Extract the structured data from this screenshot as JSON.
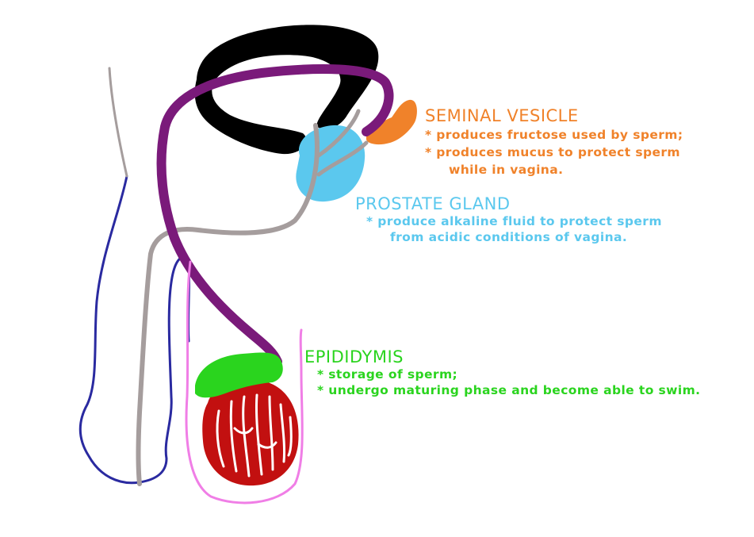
{
  "colors": {
    "seminal_vesicle": "#f0822a",
    "prostate_gland": "#5bc8ee",
    "epididymis": "#2ad41e",
    "vas_deferens": "#7a1a7a",
    "urethra": "#a59d9d",
    "bladder": "#000000",
    "testis": "#c21010",
    "scrotum_outline": "#f07ee6",
    "penis_outline": "#2a2aa0"
  },
  "labels": {
    "seminal_vesicle": {
      "title": "SEMINAL VESICLE",
      "lines": [
        "* produces fructose used by sperm;",
        "* produces mucus to protect sperm",
        "while in vagina."
      ]
    },
    "prostate_gland": {
      "title": "PROSTATE GLAND",
      "lines": [
        "* produce alkaline fluid to protect sperm",
        "from acidic conditions of vagina."
      ]
    },
    "epididymis": {
      "title": "EPIDIDYMIS",
      "lines": [
        "* storage of sperm;",
        "* undergo maturing phase and become able to swim."
      ]
    }
  }
}
